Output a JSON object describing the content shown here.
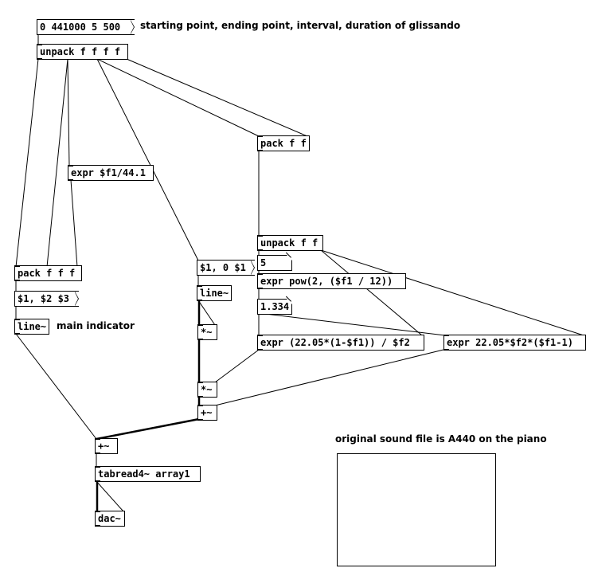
{
  "patch": {
    "messages": {
      "glissando_params": "0 441000 5 500",
      "pack_line_msg": "$1, $2 $3",
      "line_env_msg": "$1, 0 $1"
    },
    "numbers": {
      "interval": "5",
      "ratio": "1.334"
    },
    "objects": {
      "unpack_main": "unpack f f f f",
      "expr_div": "expr $f1/44.1",
      "pack_ff": "pack f f",
      "pack_fff": "pack f f f",
      "unpack_ff": "unpack f f",
      "expr_pow": "expr pow(2, ($f1 / 12))",
      "line_main": "line~",
      "line_env": "line~",
      "mul1": "*~",
      "expr_a": "expr (22.05*(1-$f1)) / $f2",
      "expr_b": "expr 22.05*$f2*($f1-1)",
      "mul2": "*~",
      "add1": "+~",
      "add2": "+~",
      "tabread": "tabread4~ array1",
      "dac": "dac~"
    },
    "comments": {
      "params_desc": "starting point, ending point, interval, duration of  glissando",
      "main_indicator": "main indicator",
      "sound_file": "original sound file is A440 on the piano"
    }
  }
}
